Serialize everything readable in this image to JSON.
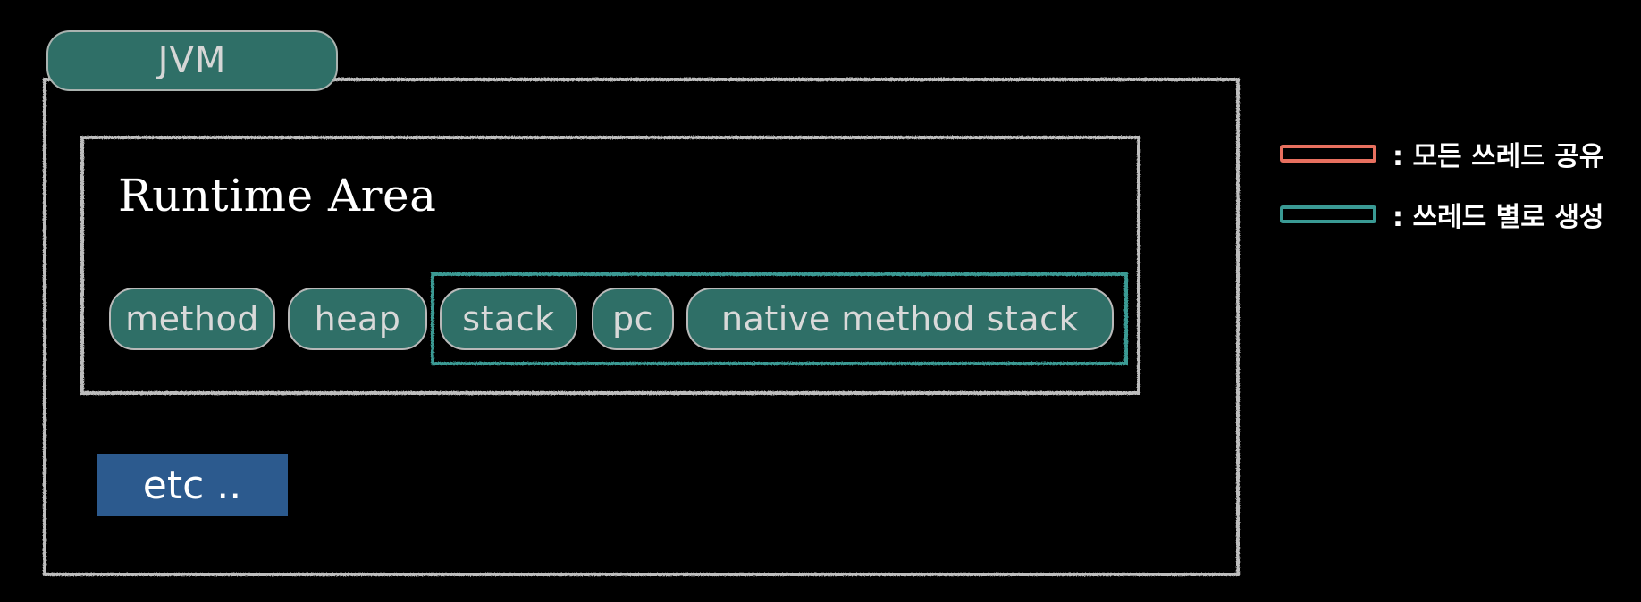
{
  "jvm": {
    "label": "JVM"
  },
  "runtime_area": {
    "title": "Runtime Area",
    "components": [
      {
        "label": "method",
        "shared": true
      },
      {
        "label": "heap",
        "shared": true
      },
      {
        "label": "stack",
        "shared": false
      },
      {
        "label": "pc",
        "shared": false
      },
      {
        "label": "native method stack",
        "shared": false
      }
    ]
  },
  "etc": {
    "label": "etc .."
  },
  "legend": [
    {
      "color": "#e8705f",
      "text": ": 모든 쓰레드 공유"
    },
    {
      "color": "#3a9a94",
      "text": ": 쓰레드 별로 생성"
    }
  ],
  "colors": {
    "background": "#000000",
    "chalk_border": "#bdbdbd",
    "pill_fill": "#2f6f67",
    "pill_border": "#b9b9b9",
    "thread_group_border": "#3a9a94",
    "shared_legend": "#e8705f",
    "etc_fill": "#2c5a8e"
  }
}
